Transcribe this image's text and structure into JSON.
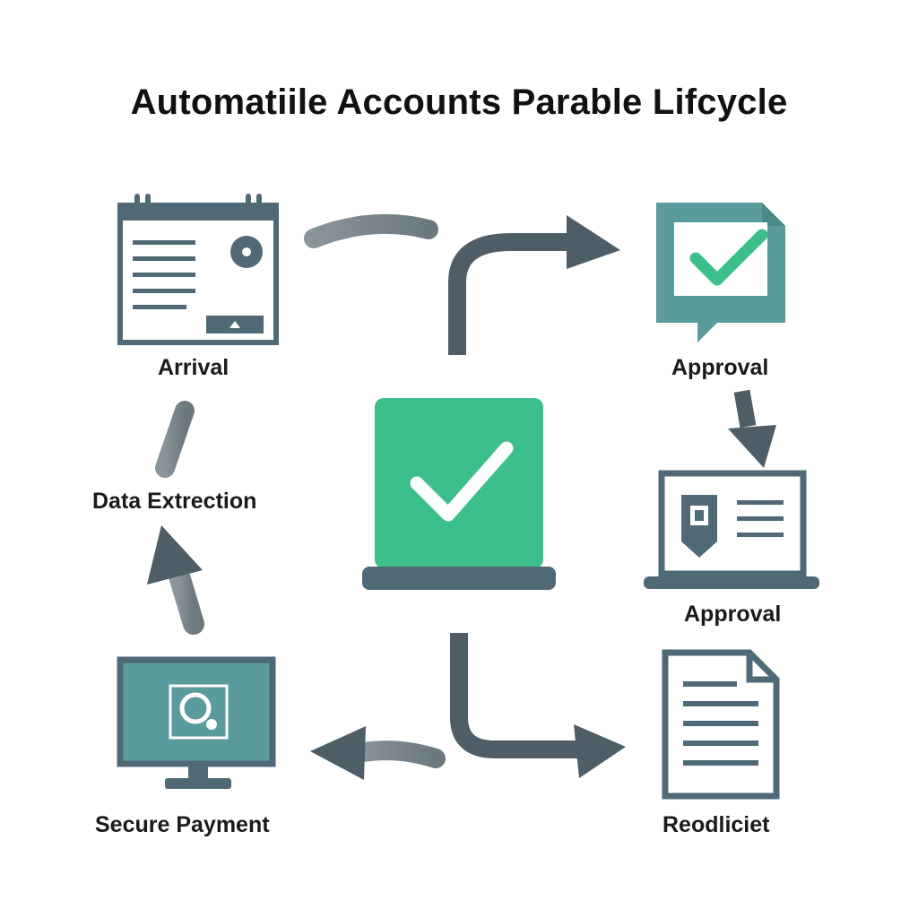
{
  "title": "Automatiile Accounts Parable Lifcycle",
  "steps": {
    "arrival": "Arrival",
    "approval_top": "Approval",
    "data_extraction": "Data Extrection",
    "approval_bottom": "Approval",
    "secure_payment": "Secure Payment",
    "final": "Reodliciet"
  },
  "colors": {
    "slate": "#4f6a76",
    "teal": "#5a9b9b",
    "green": "#3dbf8b",
    "arrow_dark": "#4e5d66",
    "arrow_light": "#7f8a90"
  },
  "icons": {
    "arrival": "invoice-calendar-icon",
    "approval_top": "chat-checkmark-icon",
    "center": "laptop-checkmark-icon",
    "approval_bottom": "laptop-document-icon",
    "secure_payment": "monitor-search-icon",
    "final": "document-icon"
  }
}
